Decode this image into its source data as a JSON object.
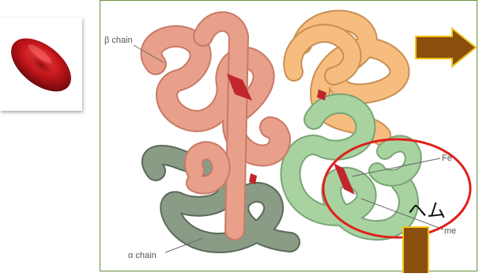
{
  "thumbnail": {
    "name": "red-blood-cell",
    "color": "#c0151b"
  },
  "figure": {
    "labels": {
      "beta_chain": "β chain",
      "alpha_chain": "α chain",
      "fe": "Fe",
      "heme_tail": "me"
    },
    "colors": {
      "beta_chain": "#e9a08a",
      "beta_chain_2": "#f6bd7f",
      "alpha_chain": "#8a9c86",
      "alpha_chain_2": "#a8d3a1",
      "heme": "#c0262b",
      "frame": "#6b8f3a"
    }
  },
  "annotation": {
    "heme_label": "ヘム",
    "circle_color": "#e0201c",
    "arrow_color": "#8a4e0d",
    "arrow_border": "#f0c419"
  }
}
